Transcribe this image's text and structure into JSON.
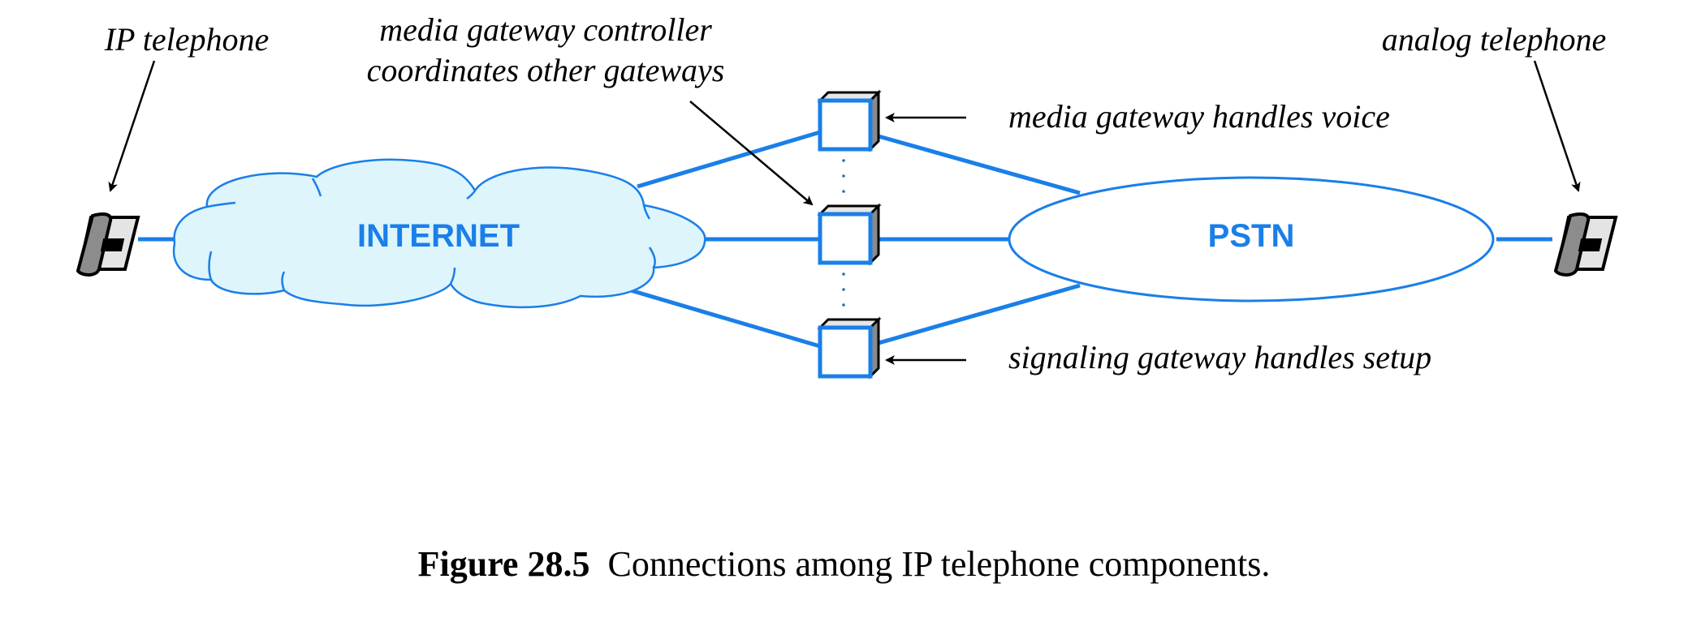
{
  "diagram": {
    "nodes": {
      "ip_telephone": {
        "label": "IP telephone",
        "icon": "telephone-icon"
      },
      "internet": {
        "label": "INTERNET",
        "shape": "cloud"
      },
      "media_gateway_controller": {
        "label_line1": "media gateway controller",
        "label_line2": "coordinates other gateways",
        "icon": "gateway-box-icon"
      },
      "media_gateway": {
        "label": "media gateway handles voice",
        "icon": "gateway-box-icon"
      },
      "signaling_gateway": {
        "label": "signaling gateway handles setup",
        "icon": "gateway-box-icon"
      },
      "pstn": {
        "label": "PSTN",
        "shape": "ellipse"
      },
      "analog_telephone": {
        "label": "analog telephone",
        "icon": "telephone-icon"
      }
    },
    "edges": [
      [
        "ip_telephone",
        "internet"
      ],
      [
        "internet",
        "media_gateway"
      ],
      [
        "internet",
        "media_gateway_controller"
      ],
      [
        "internet",
        "signaling_gateway"
      ],
      [
        "media_gateway",
        "pstn"
      ],
      [
        "media_gateway_controller",
        "pstn"
      ],
      [
        "signaling_gateway",
        "pstn"
      ],
      [
        "pstn",
        "analog_telephone"
      ]
    ],
    "colors": {
      "link": "#1a7fe8",
      "cloud_fill": "#ddf5fb",
      "text_accent": "#1a7fe8"
    }
  },
  "caption": {
    "number": "Figure 28.5",
    "text": "Connections among IP telephone components."
  }
}
